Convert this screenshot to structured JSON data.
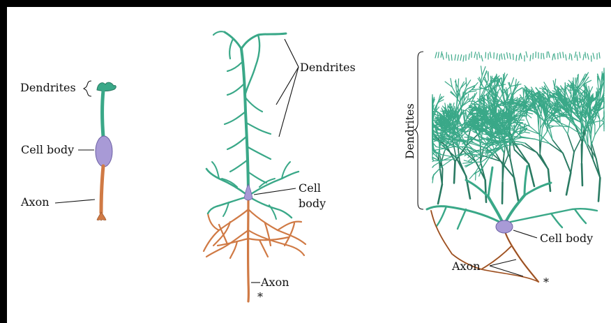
{
  "colors": {
    "dendrite": "#3aa888",
    "dendrite_dark": "#2a7a62",
    "cell_body": "#a89ad6",
    "axon": "#d07a45",
    "axon_dark": "#8a4a22",
    "background": "#ffffff",
    "frame": "#000000"
  },
  "neuron_a": {
    "dendrites_label": "Dendrites",
    "cell_body_label": "Cell body",
    "axon_label": "Axon"
  },
  "neuron_b": {
    "dendrites_label": "Dendrites",
    "cell_body_label_line1": "Cell",
    "cell_body_label_line2": "body",
    "axon_label": "Axon",
    "asterisk": "*"
  },
  "neuron_c": {
    "dendrites_label": "Dendrites",
    "cell_body_label": "Cell body",
    "axon_label": "Axon",
    "asterisk": "*"
  }
}
